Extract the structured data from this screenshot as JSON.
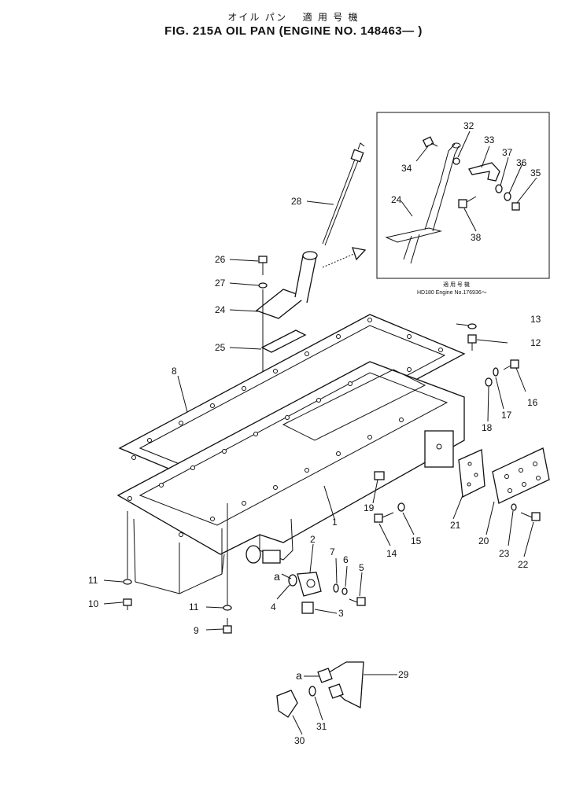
{
  "header": {
    "title_jp": "オイル パン　 適 用 号 機",
    "title": "FIG. 215A  OIL PAN (ENGINE NO. 148463— )"
  },
  "inset": {
    "note_line1": "適 用 号 機",
    "note_line2": "HD180 Engine No.176936～"
  },
  "callouts": {
    "c1": "1",
    "c2": "2",
    "c3": "3",
    "c4": "4",
    "c5": "5",
    "c6": "6",
    "c7": "7",
    "c8": "8",
    "c9": "9",
    "c10": "10",
    "c11a": "11",
    "c11b": "11",
    "c12": "12",
    "c13": "13",
    "c14": "14",
    "c15": "15",
    "c16": "16",
    "c17": "17",
    "c18": "18",
    "c19": "19",
    "c20": "20",
    "c21": "21",
    "c22": "22",
    "c23": "23",
    "c24": "24",
    "c25": "25",
    "c26": "26",
    "c27": "27",
    "c28": "28",
    "c29": "29",
    "c30": "30",
    "c31": "31",
    "c32": "32",
    "c33": "33",
    "c34": "34",
    "c35": "35",
    "c36": "36",
    "c37": "37",
    "c38": "38",
    "c24i": "24",
    "a1": "a",
    "a2": "a"
  }
}
